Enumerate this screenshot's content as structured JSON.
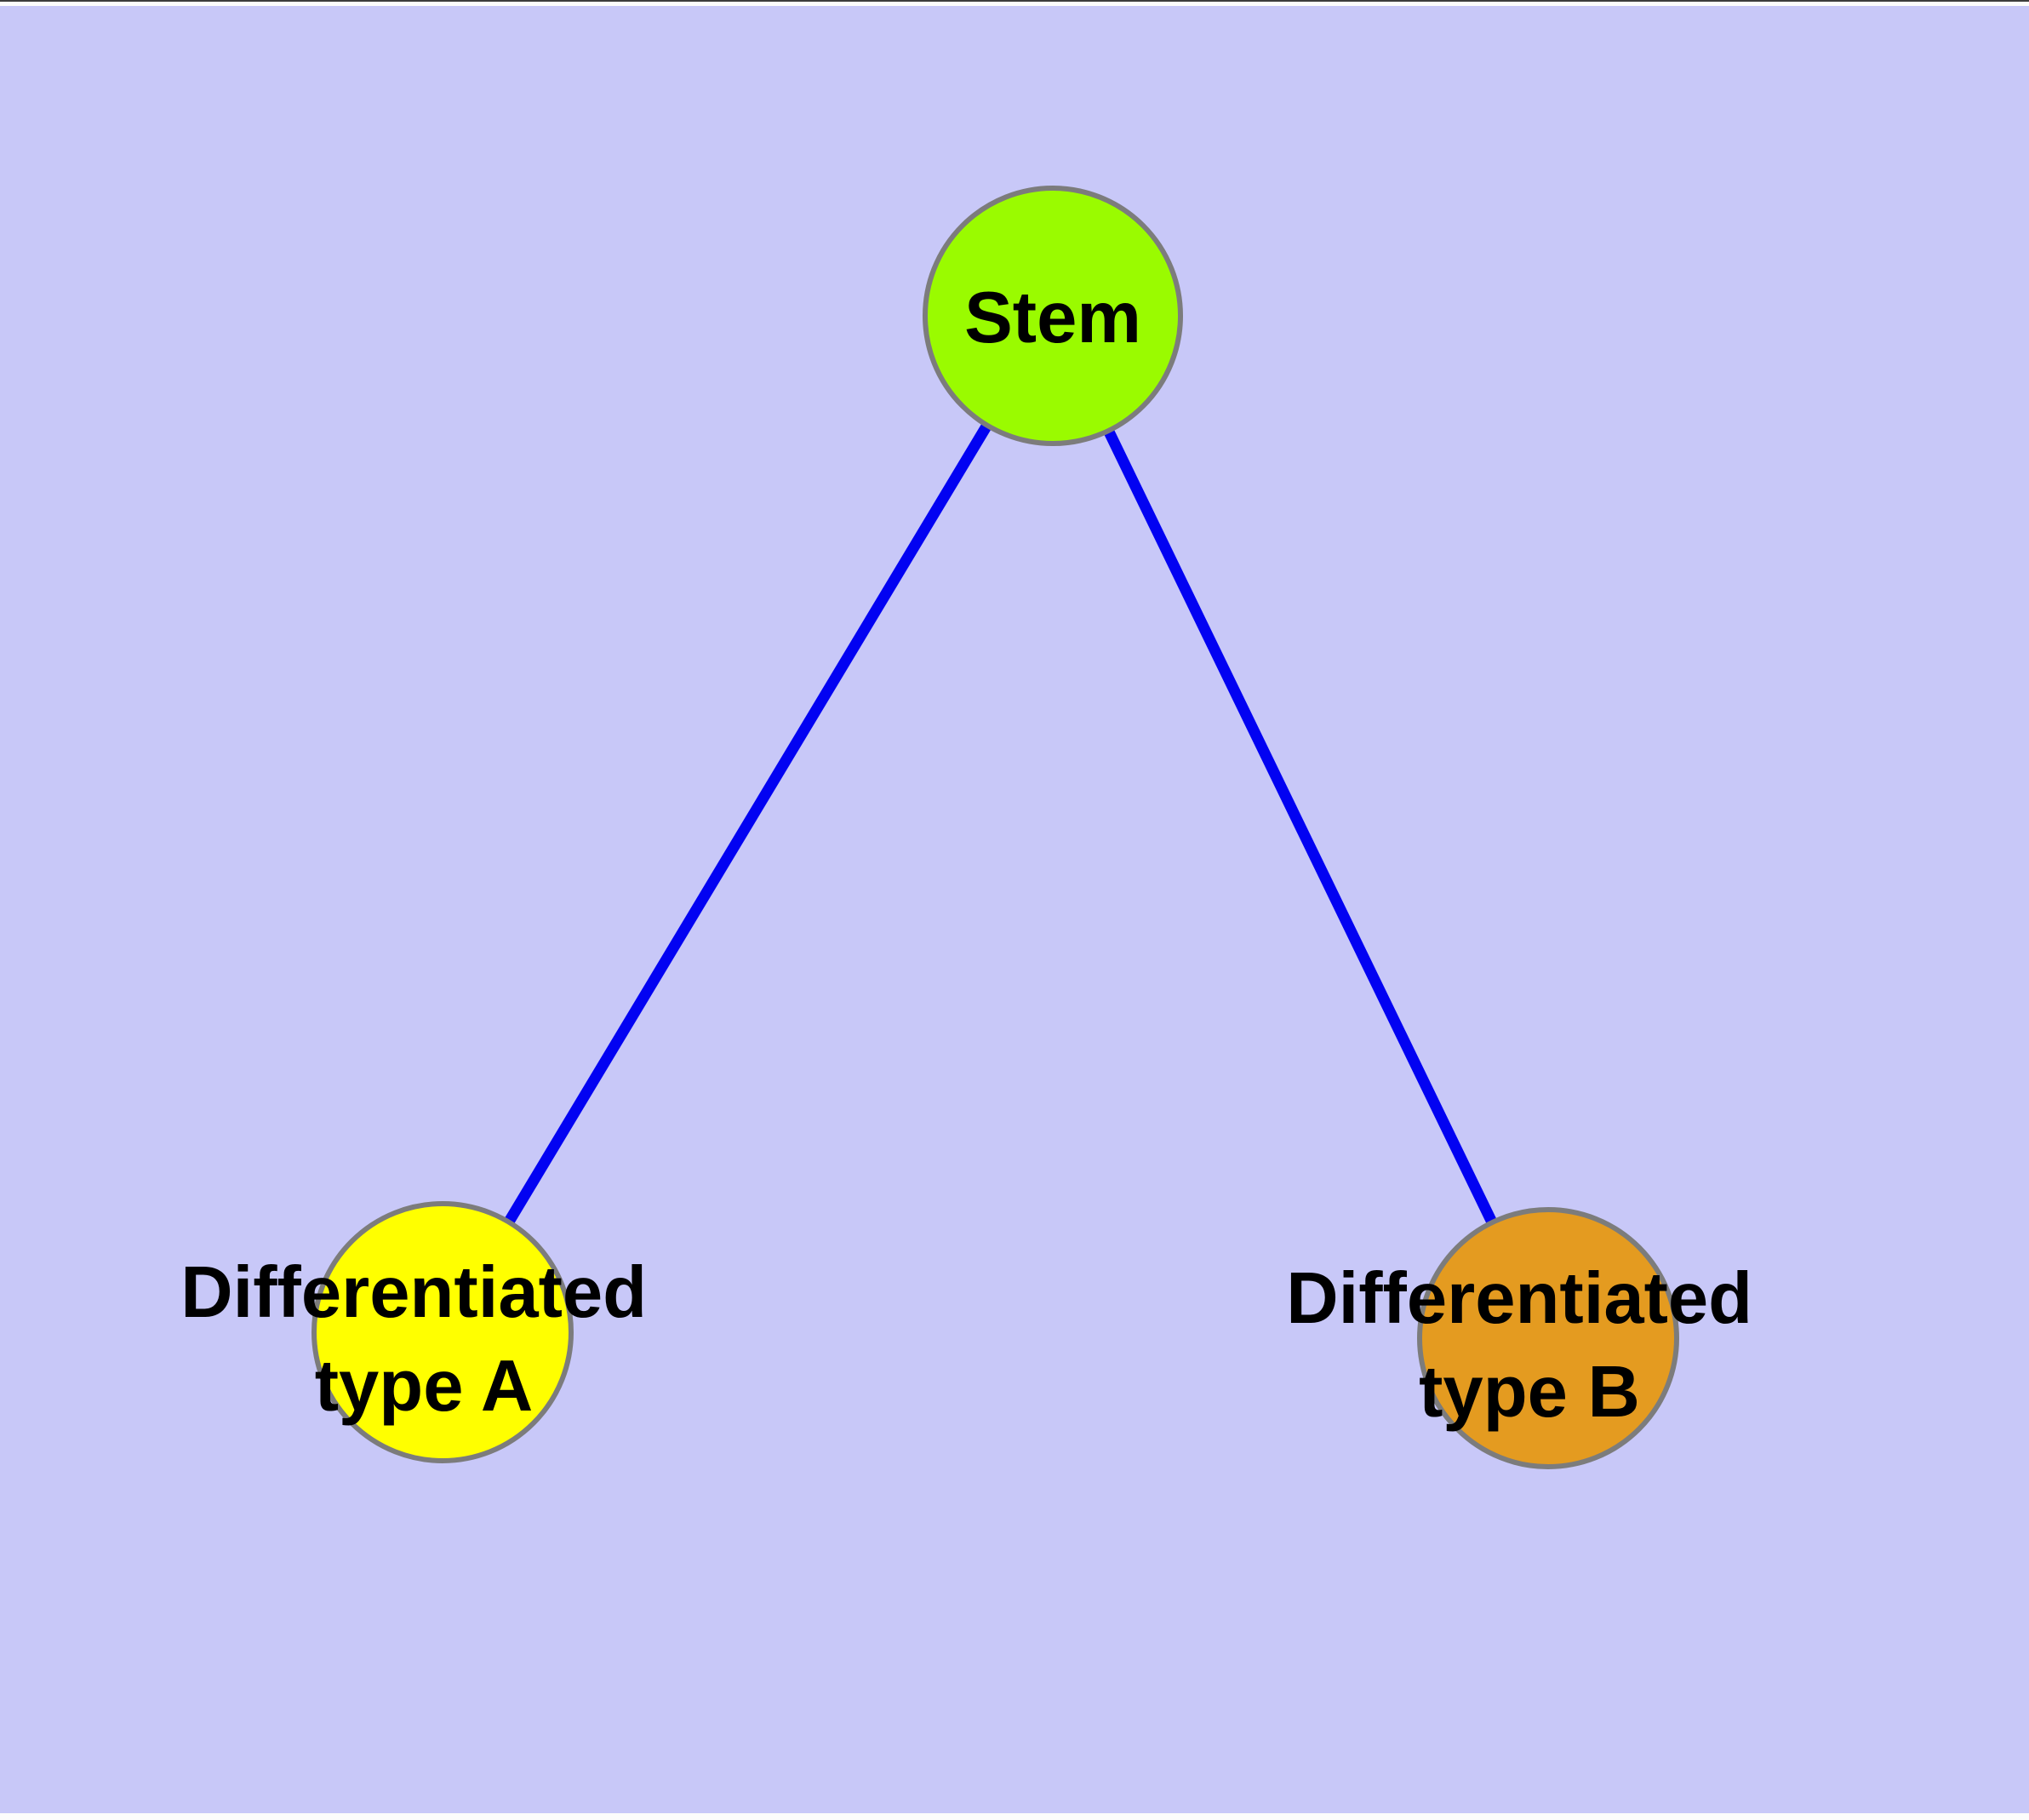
{
  "diagram": {
    "type": "graph",
    "description_labels": {
      "stem": "Stem",
      "diff_a_line1": "Differentiated",
      "diff_a_line2": "type A",
      "diff_b_line1": "Differentiated",
      "diff_b_line2": "type B"
    },
    "nodes": [
      {
        "id": "stem",
        "label": "Stem",
        "color": "#9AFB00"
      },
      {
        "id": "diff-a",
        "label": "Differentiated type A",
        "color": "#FFFF00"
      },
      {
        "id": "diff-b",
        "label": "Differentiated type B",
        "color": "#E49B20"
      }
    ],
    "edges": [
      {
        "from": "stem",
        "to": "diff-a"
      },
      {
        "from": "stem",
        "to": "diff-b"
      }
    ],
    "colors": {
      "background": "#C8C8F8",
      "edge": "#0202F2",
      "node_border": "#7C7C7C",
      "label": "#000000",
      "top_frame_line": "#3C3C3C",
      "frame_margin": "#FCFCFC"
    }
  }
}
